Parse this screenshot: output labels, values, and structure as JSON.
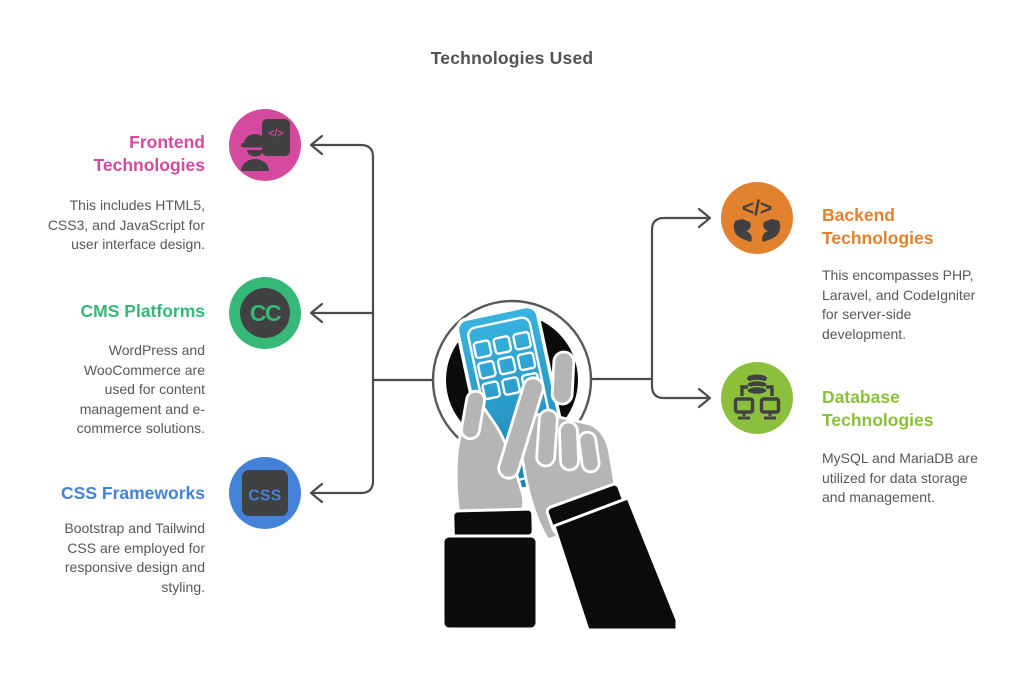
{
  "title": "Technologies Used",
  "center": {
    "illustration": "hands-tapping-smartphone-in-circle"
  },
  "colors": {
    "frontend_accent": "#d34a9e",
    "cms_accent": "#36b877",
    "css_accent": "#4481d8",
    "backend_accent": "#e2812e",
    "database_accent": "#8cc03c",
    "icon_glyph": "#414042",
    "connector_line": "#4c4c4c",
    "body_text": "#57585a",
    "phone_blue": "#2ba4d6",
    "hand_gray": "#b5b5b5",
    "sleeve_black": "#0b0b0b"
  },
  "items": [
    {
      "id": "frontend-technologies",
      "heading": "Frontend\nTechnologies",
      "body": "This includes HTML5,\nCSS3, and JavaScript for\nuser interface design.",
      "accent": "#d34a9e",
      "icon": "engineer-code-document-icon",
      "icon_text": "</>"
    },
    {
      "id": "cms-platforms",
      "heading": "CMS Platforms",
      "body": "WordPress and\nWooCommerce are\nused for content\nmanagement and e-\ncommerce solutions.",
      "accent": "#36b877",
      "icon": "creative-commons-icon",
      "icon_text": "CC"
    },
    {
      "id": "css-frameworks",
      "heading": "CSS Frameworks",
      "body": "Bootstrap and Tailwind\nCSS are employed for\nresponsive design and\nstyling.",
      "accent": "#4481d8",
      "icon": "css-badge-icon",
      "icon_text": "CSS"
    },
    {
      "id": "backend-technologies",
      "heading": "Backend\nTechnologies",
      "body": "This encompasses PHP,\nLaravel, and CodeIgniter\nfor server-side\ndevelopment.",
      "accent": "#e2812e",
      "icon": "hands-holding-code-icon",
      "icon_text": "</>"
    },
    {
      "id": "database-technologies",
      "heading": "Database\nTechnologies",
      "body": "MySQL and MariaDB are\nutilized for data storage\nand management.",
      "accent": "#8cc03c",
      "icon": "database-network-icon",
      "icon_text": ""
    }
  ]
}
